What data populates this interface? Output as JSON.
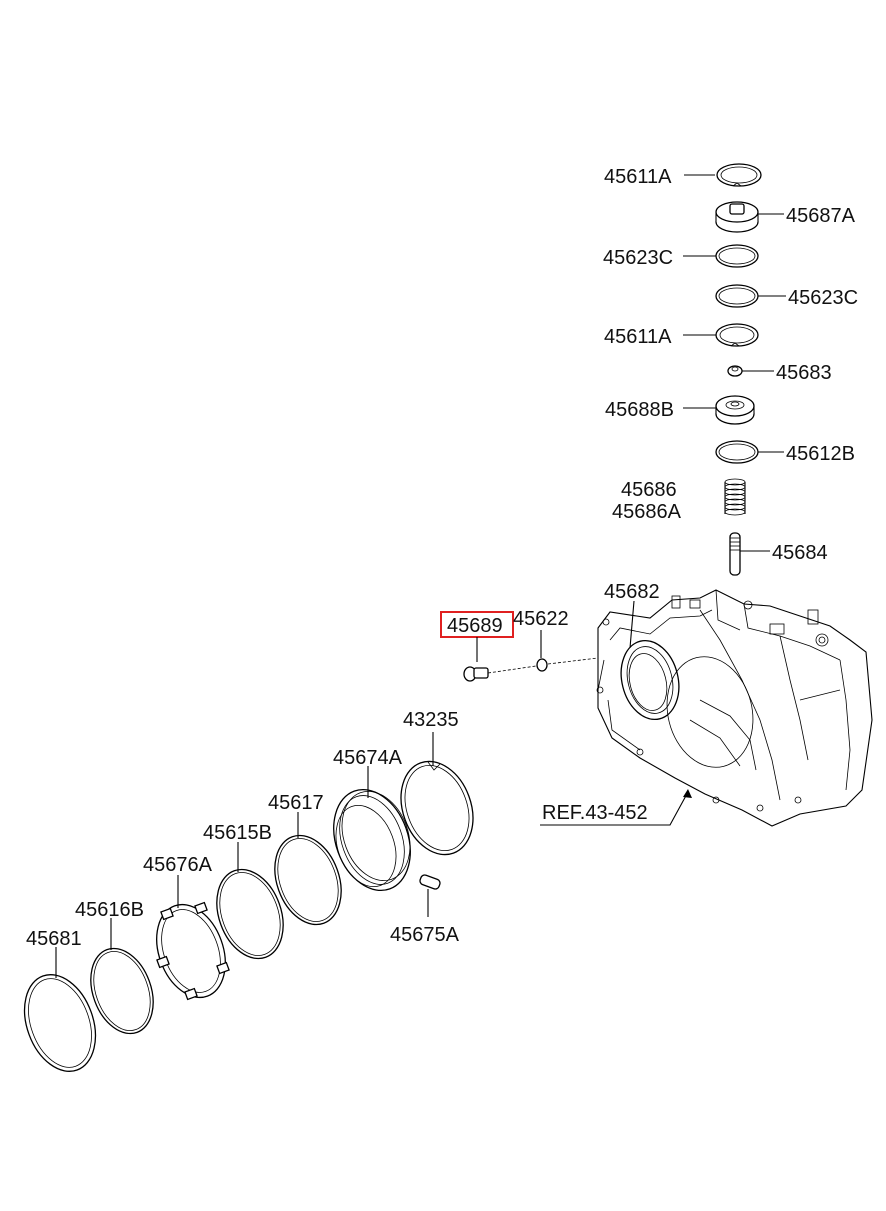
{
  "labels": {
    "p45611A_top": "45611A",
    "p45687A": "45687A",
    "p45623C_left": "45623C",
    "p45623C_right": "45623C",
    "p45611A_mid": "45611A",
    "p45683": "45683",
    "p45688B": "45688B",
    "p45612B": "45612B",
    "p45686": "45686",
    "p45686A": "45686A",
    "p45684": "45684",
    "p45682": "45682",
    "p45689": "45689",
    "p45622": "45622",
    "p43235": "43235",
    "p45674A": "45674A",
    "p45617": "45617",
    "p45615B": "45615B",
    "p45676A": "45676A",
    "p45616B": "45616B",
    "p45681": "45681",
    "p45675A": "45675A",
    "ref": "REF.43-452"
  },
  "highlighted_part": "45689",
  "colors": {
    "highlight": "#e02020",
    "line": "#000000"
  }
}
